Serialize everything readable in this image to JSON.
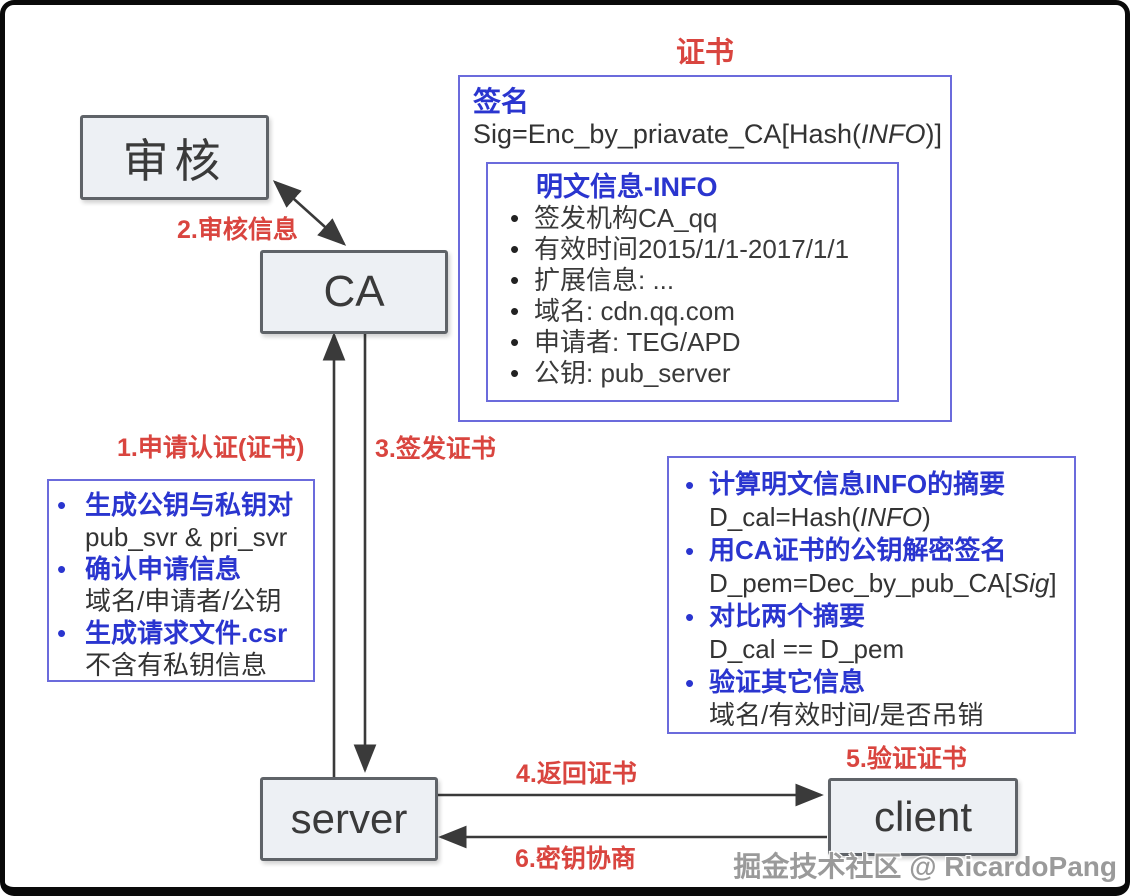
{
  "diagram": {
    "nodes": {
      "review": "审核",
      "ca": "CA",
      "server": "server",
      "client": "client"
    },
    "steps": {
      "s1": "1.申请认证(证书)",
      "s2": "2.审核信息",
      "s3": "3.签发证书",
      "s4": "4.返回证书",
      "s5": "5.验证证书",
      "s6": "6.密钥协商"
    },
    "cert": {
      "label": "证书",
      "signature": {
        "title": "签名",
        "formula_pre": "Sig=Enc_by_priavate_CA[Hash(",
        "formula_var": "INFO",
        "formula_post": ")]"
      },
      "info": {
        "title": "明文信息-INFO",
        "items": [
          "签发机构CA_qq",
          "有效时间2015/1/1-2017/1/1",
          "扩展信息: ...",
          "域名: cdn.qq.com",
          "申请者: TEG/APD",
          "公钥: pub_server"
        ]
      }
    },
    "server_notes": {
      "items": [
        {
          "title": "生成公钥与私钥对",
          "detail": "pub_svr & pri_svr"
        },
        {
          "title": "确认申请信息",
          "detail": "域名/申请者/公钥"
        },
        {
          "title": "生成请求文件.csr",
          "detail": "不含有私钥信息"
        }
      ]
    },
    "client_notes": {
      "items": [
        {
          "title": "计算明文信息INFO的摘要",
          "detail_pre": "D_cal=Hash(",
          "detail_var": "INFO",
          "detail_post": ")"
        },
        {
          "title": "用CA证书的公钥解密签名",
          "detail_pre": "D_pem=Dec_by_pub_CA[",
          "detail_var": "Sig",
          "detail_post": "]"
        },
        {
          "title": "对比两个摘要",
          "detail_pre": "D_cal == D_pem",
          "detail_var": "",
          "detail_post": ""
        },
        {
          "title": "验证其它信息",
          "detail_pre": "域名/有效时间/是否吊销",
          "detail_var": "",
          "detail_post": ""
        }
      ]
    },
    "watermark": "掘金技术社区 @ RicardoPang",
    "colors": {
      "step_red": "#d9453f",
      "note_blue": "#2a35cf",
      "panel_border_blue": "#6b6bdc",
      "node_fill": "#edf0f4",
      "node_border": "#5f6368",
      "arrow": "#3a3a3a"
    }
  }
}
